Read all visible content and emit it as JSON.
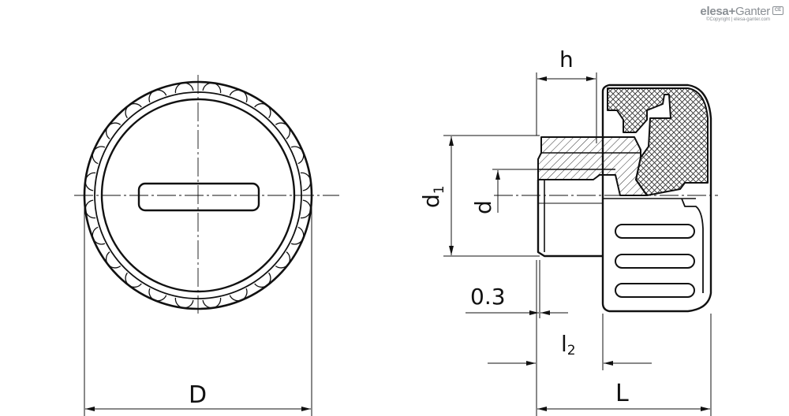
{
  "brand": {
    "name_part1": "elesa",
    "plus": "+",
    "name_part2": "Ganter",
    "copyright": "©Copyright | elesa-ganter.com",
    "badge": "CE"
  },
  "dimensions": {
    "D": "D",
    "h": "h",
    "d1_main": "d",
    "d1_sub": "1",
    "d": "d",
    "offset": "0.3",
    "l2_main": "l",
    "l2_sub": "2",
    "L": "L"
  },
  "colors": {
    "line": "#111111",
    "hatch": "#333333",
    "logo": "#8a8f94"
  }
}
